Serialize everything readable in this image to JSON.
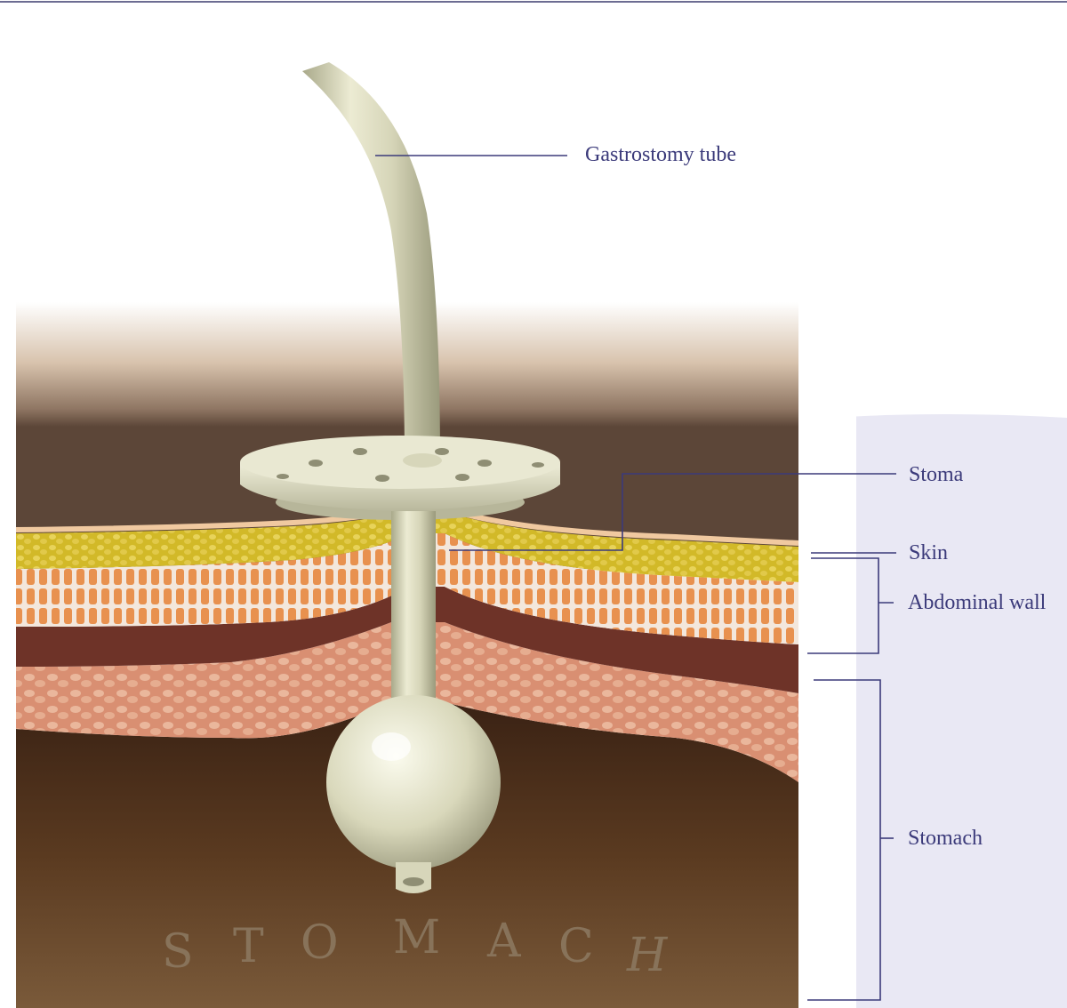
{
  "labels": {
    "gastrostomy_tube": "Gastrostomy tube",
    "stoma": "Stoma",
    "skin": "Skin",
    "abdominal_wall": "Abdominal wall",
    "stomach": "Stomach"
  },
  "watermark": {
    "stomach_letters": [
      "S",
      "T",
      "O",
      "M",
      "A",
      "C",
      "H"
    ]
  },
  "colors": {
    "label_text": "#3b3a7a",
    "leader_line": "#3b3a7a",
    "tube": "#dcdcc0",
    "fat_layer": "#d6c23a",
    "muscle_layer": "#e89a5a",
    "peritoneum": "#6e3328",
    "stomach_wall": "#e2a888",
    "stomach_interior": "#4a2c18",
    "background_panel": "#e9e8f4"
  }
}
